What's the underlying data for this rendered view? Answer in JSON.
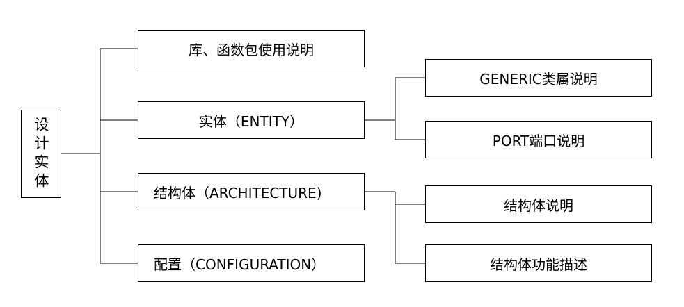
{
  "root": {
    "label": "设计实体"
  },
  "level1": [
    {
      "label": "库、函数包使用说明"
    },
    {
      "label": "实体（ENTITY）"
    },
    {
      "label": "结构体（ARCHITECTURE)"
    },
    {
      "label": "配置（CONFIGURATION）"
    }
  ],
  "entity_children": [
    {
      "label": "GENERIC类属说明"
    },
    {
      "label": "PORT端口说明"
    }
  ],
  "architecture_children": [
    {
      "label": "结构体说明"
    },
    {
      "label": "结构体功能描述"
    }
  ],
  "colors": {
    "line": "#000000",
    "background": "#ffffff"
  }
}
